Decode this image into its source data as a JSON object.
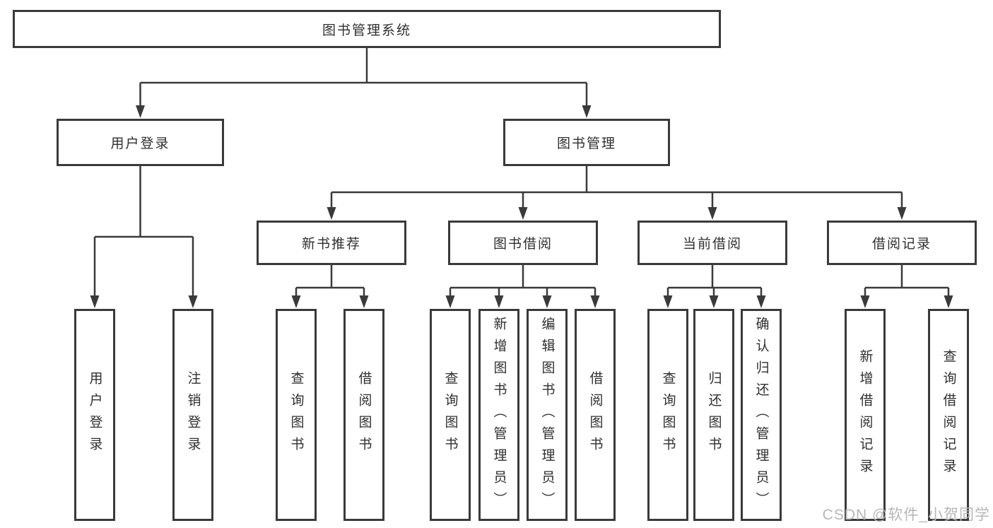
{
  "nodes": {
    "root": "图书管理系统",
    "user_login": "用户登录",
    "book_management": "图书管理",
    "new_book_recommend": "新书推荐",
    "book_borrow": "图书借阅",
    "current_borrow": "当前借阅",
    "borrow_records": "借阅记录",
    "leaf_user_login": "用户登录",
    "leaf_logout_login": "注销登录",
    "leaf_query_book_a": "查询图书",
    "leaf_borrow_book_a": "借阅图书",
    "leaf_query_book_b": "查询图书",
    "leaf_add_book_admin": "新增图书（管理员）",
    "leaf_edit_book_admin": "编辑图书（管理员）",
    "leaf_borrow_book_b": "借阅图书",
    "leaf_query_book_c": "查询图书",
    "leaf_return_book": "归还图书",
    "leaf_confirm_return_admin": "确认归还（管理员）",
    "leaf_add_borrow_record": "新增借阅记录",
    "leaf_query_borrow_record": "查询借阅记录"
  },
  "watermark": "CSDN @软件_小贺同学",
  "colors": {
    "line": "#3a3a3a",
    "text": "#2f2f2f",
    "watermark": "#b7b7b7",
    "background": "#ffffff"
  }
}
